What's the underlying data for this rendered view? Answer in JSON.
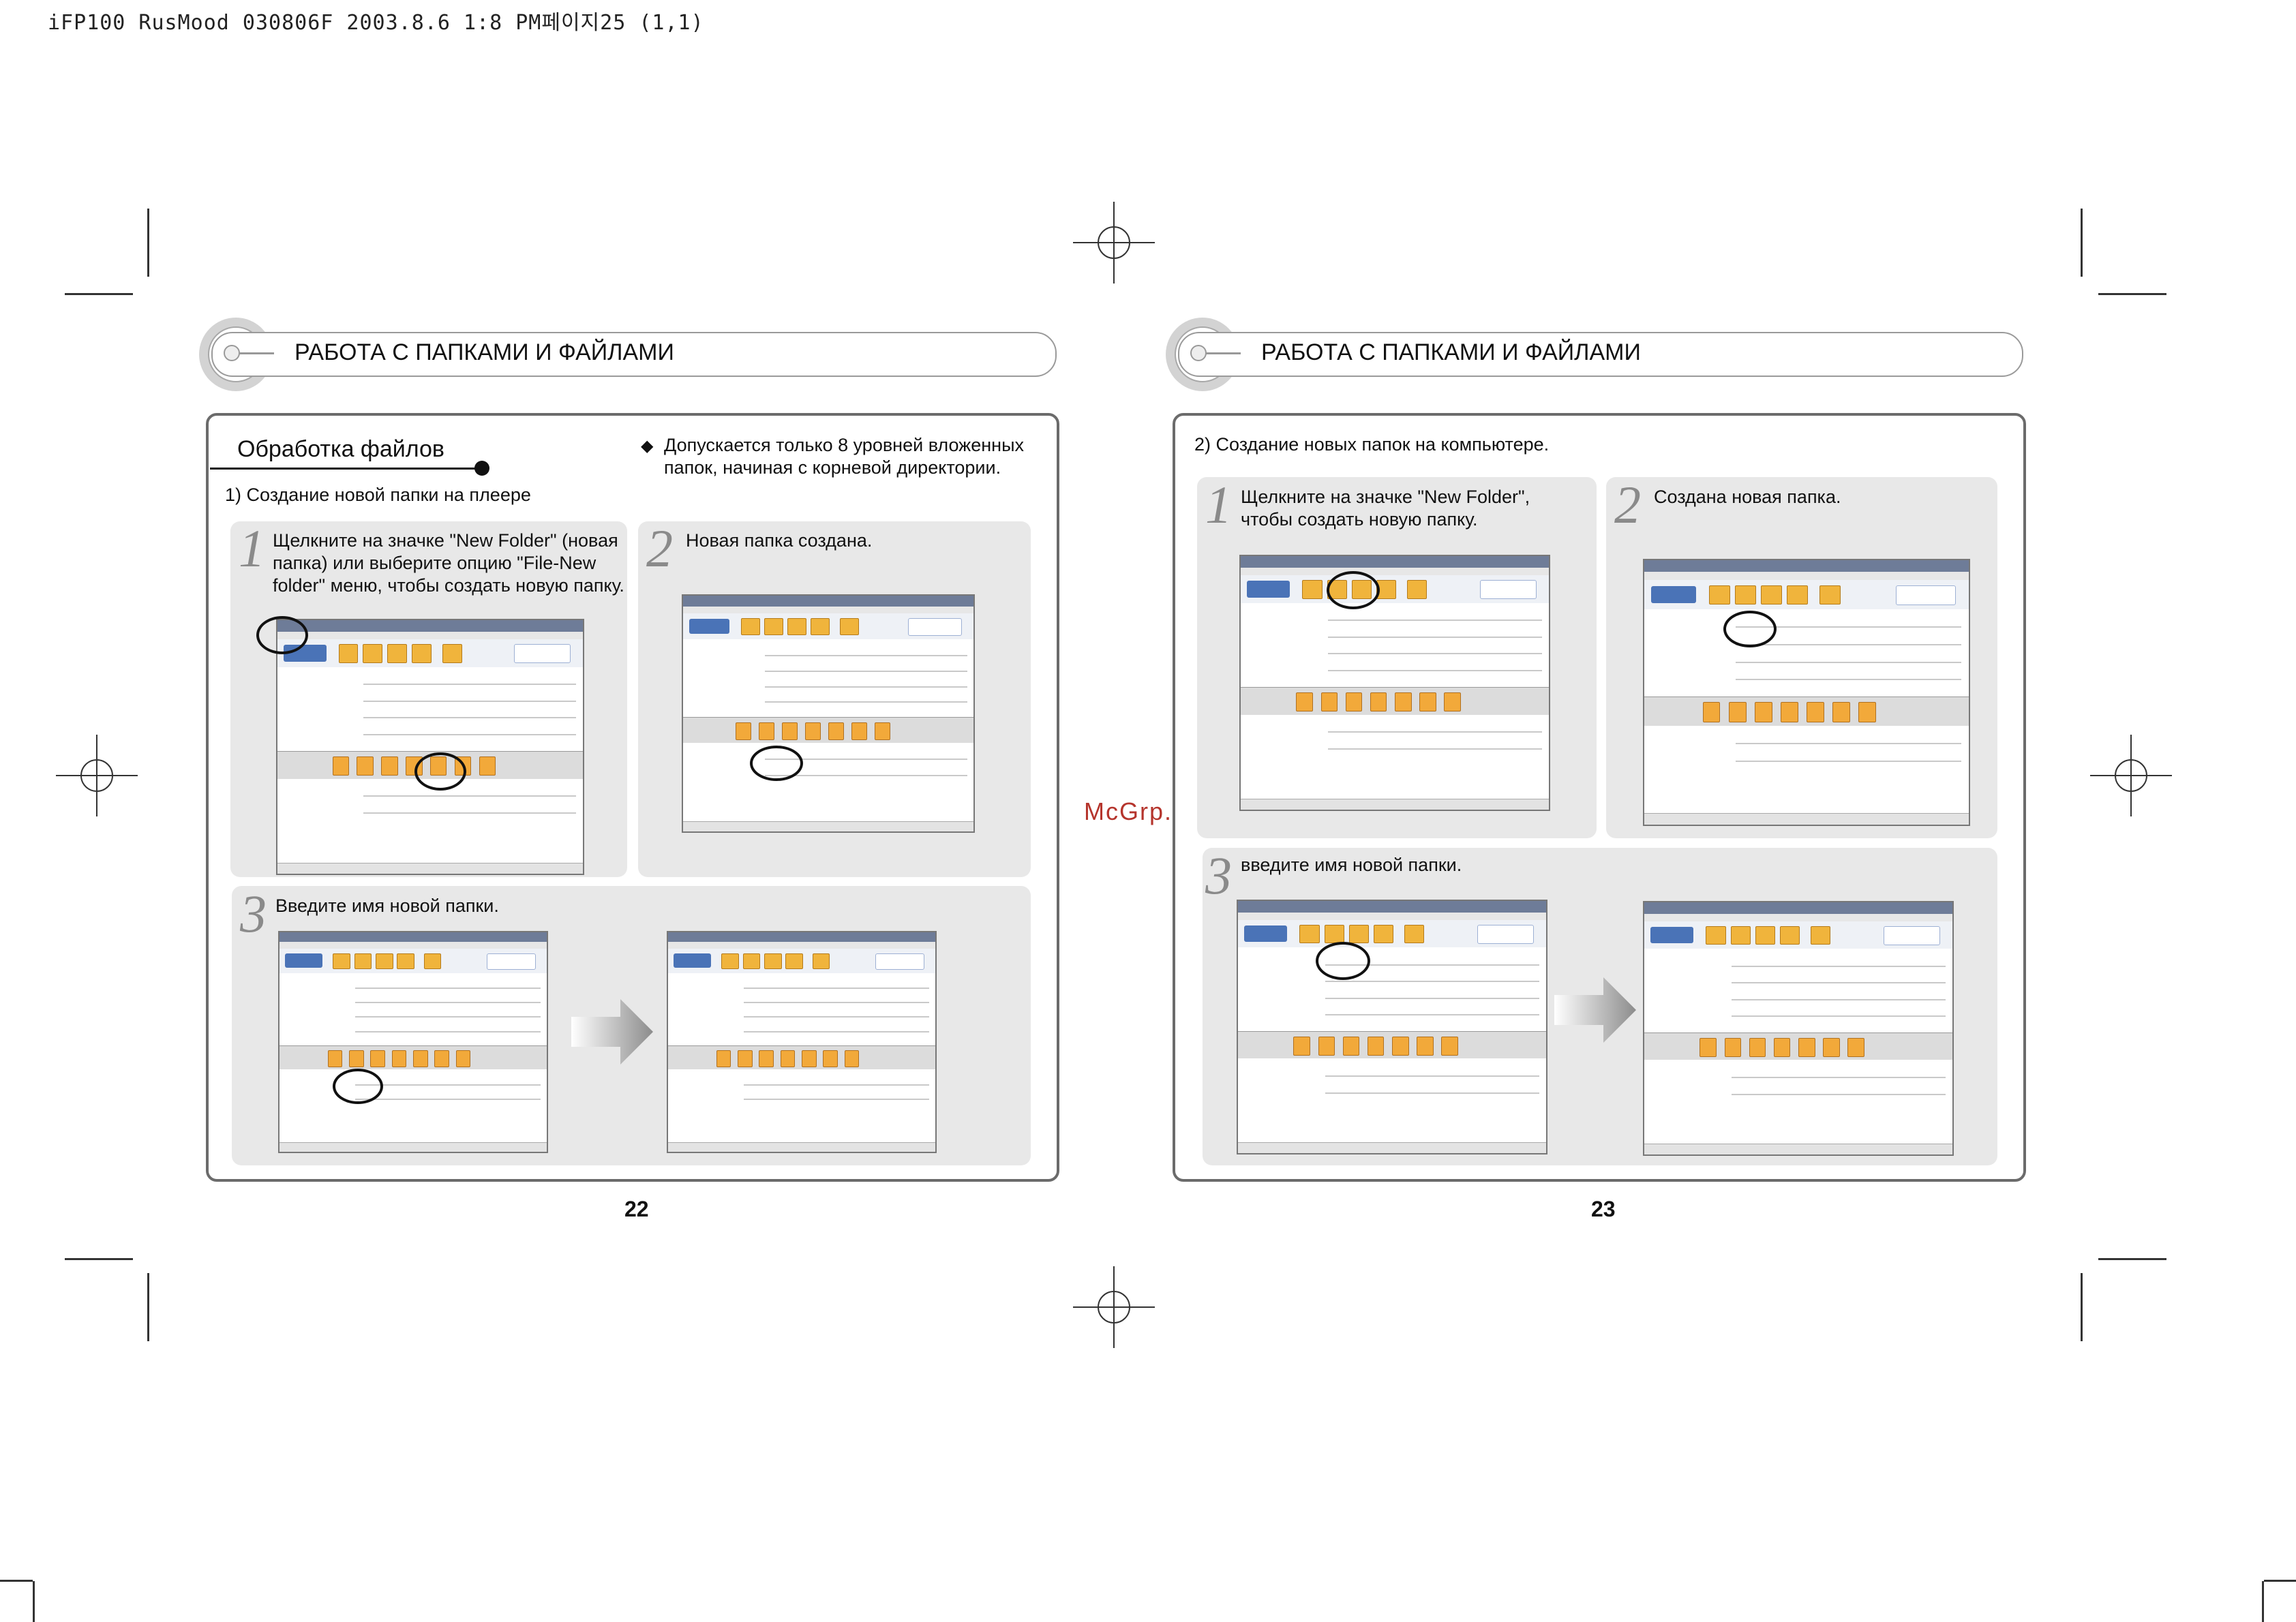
{
  "print_header": "iFP100 RusMood 030806F  2003.8.6 1:8 PM페이지25 (1,1)",
  "watermark": "McGrp.Ru",
  "left_page": {
    "title": "РАБОТА С ПАПКАМИ И ФАЙЛАМИ",
    "section_title": "Обработка файлов",
    "subsection": "1) Создание новой папки на плеере",
    "note_bullet": "◆",
    "note": "Допускается только 8 уровней вложенных папок, начиная с корневой директории.",
    "steps": [
      {
        "num": "1",
        "text": "Щелкните на значке \"New Folder\" (новая папка) или выберите опцию \"File-New folder\" меню, чтобы создать новую папку."
      },
      {
        "num": "2",
        "text": "Новая папка создана."
      },
      {
        "num": "3",
        "text": "Введите имя новой папки."
      }
    ],
    "page_number": "22"
  },
  "right_page": {
    "title": "РАБОТА С ПАПКАМИ И ФАЙЛАМИ",
    "subsection": "2) Создание новых папок на компьютере.",
    "steps": [
      {
        "num": "1",
        "text": "Щелкните на значке \"New Folder\", чтобы создать новую папку."
      },
      {
        "num": "2",
        "text": "Создана новая папка."
      },
      {
        "num": "3",
        "text": "введите имя новой папки."
      }
    ],
    "page_number": "23"
  }
}
